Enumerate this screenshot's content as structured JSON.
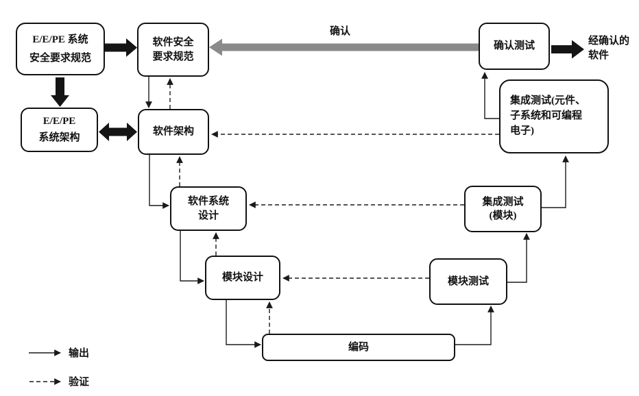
{
  "diagram": {
    "title_hint": "V-model software safety lifecycle",
    "boxes": {
      "eepe_srs": {
        "label": "E/E/PE 系统\n安全要求规范"
      },
      "sw_srs": {
        "label": "软件安全\n要求规范"
      },
      "validation_test": {
        "label": "确认测试"
      },
      "integration_test_pe": {
        "label": "集成测试(元件、\n子系统和可编程\n电子)"
      },
      "eepe_arch": {
        "label": "E/E/PE\n系统架构"
      },
      "sw_arch": {
        "label": "软件架构"
      },
      "sw_sys_design": {
        "label": "软件系统\n设计"
      },
      "integration_test_module": {
        "label": "集成测试\n(模块)"
      },
      "module_design": {
        "label": "模块设计"
      },
      "module_test": {
        "label": "模块测试"
      },
      "coding": {
        "label": "编码"
      }
    },
    "labels": {
      "validation_arrow": "确认",
      "validated_software": "经确认的\n软件"
    },
    "legend": {
      "output": "输出",
      "verification": "验证"
    },
    "colors": {
      "validation_arrow_gray": "#8a8a8a",
      "thick_arrow_black": "#151515",
      "line_black": "#1a1a1a",
      "box_border": "#111111",
      "background": "#ffffff"
    }
  }
}
